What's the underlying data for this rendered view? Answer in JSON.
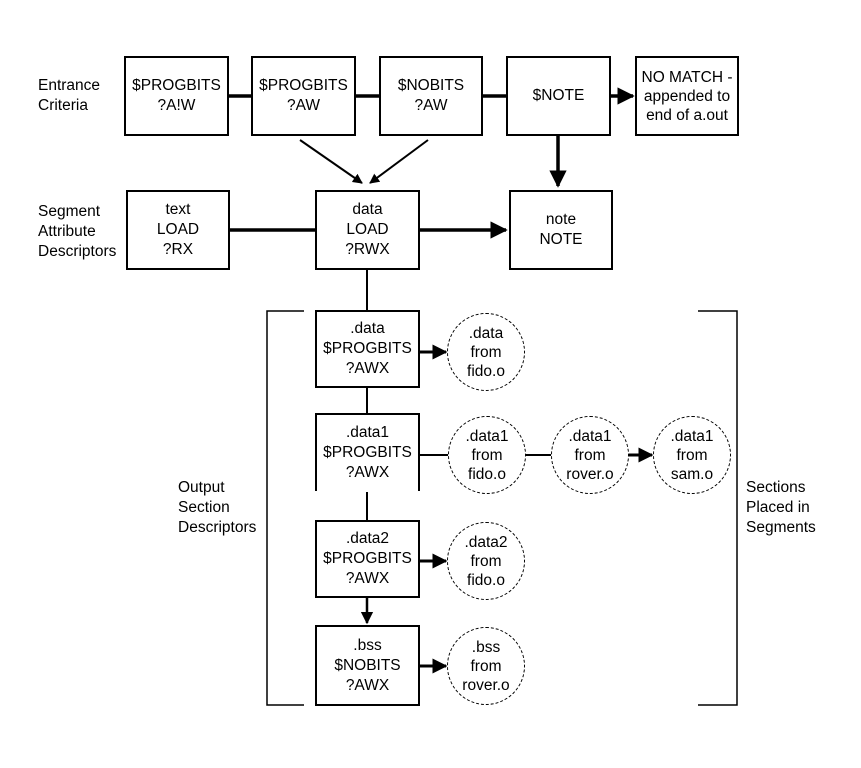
{
  "row_labels": {
    "entrance_criteria": [
      "Entrance",
      "Criteria"
    ],
    "segment_attribute_descriptors": [
      "Segment",
      "Attribute",
      "Descriptors"
    ],
    "output_section_descriptors": [
      "Output",
      "Section",
      "Descriptors"
    ],
    "sections_placed_in_segments": [
      "Sections",
      "Placed in",
      "Segments"
    ]
  },
  "entrance_criteria": [
    {
      "id": "progbits-aiw",
      "lines": [
        "$PROGBITS",
        "?A!W"
      ]
    },
    {
      "id": "progbits-aw",
      "lines": [
        "$PROGBITS",
        "?AW"
      ]
    },
    {
      "id": "nobits-aw",
      "lines": [
        "$NOBITS",
        "?AW"
      ]
    },
    {
      "id": "note",
      "lines": [
        "$NOTE"
      ]
    },
    {
      "id": "no-match",
      "lines": [
        "NO MATCH -",
        "appended to",
        "end of a.out"
      ]
    }
  ],
  "segments": [
    {
      "id": "text",
      "lines": [
        "text",
        "LOAD",
        "?RX"
      ]
    },
    {
      "id": "data",
      "lines": [
        "data",
        "LOAD",
        "?RWX"
      ]
    },
    {
      "id": "note",
      "lines": [
        "note",
        "NOTE"
      ]
    }
  ],
  "output_sections": [
    {
      "id": "data",
      "lines": [
        ".data",
        "$PROGBITS",
        "?AWX"
      ]
    },
    {
      "id": "data1",
      "lines": [
        ".data1",
        "$PROGBITS",
        "?AWX"
      ]
    },
    {
      "id": "data2",
      "lines": [
        ".data2",
        "$PROGBITS",
        "?AWX"
      ]
    },
    {
      "id": "bss",
      "lines": [
        ".bss",
        "$NOBITS",
        "?AWX"
      ]
    }
  ],
  "placed_sections": [
    {
      "id": "data-fido",
      "lines": [
        ".data",
        "from",
        "fido.o"
      ]
    },
    {
      "id": "data1-fido",
      "lines": [
        ".data1",
        "from",
        "fido.o"
      ]
    },
    {
      "id": "data1-rover",
      "lines": [
        ".data1",
        "from",
        "rover.o"
      ]
    },
    {
      "id": "data1-sam",
      "lines": [
        ".data1",
        "from",
        "sam.o"
      ]
    },
    {
      "id": "data2-fido",
      "lines": [
        ".data2",
        "from",
        "fido.o"
      ]
    },
    {
      "id": "bss-rover",
      "lines": [
        ".bss",
        "from",
        "rover.o"
      ]
    }
  ]
}
